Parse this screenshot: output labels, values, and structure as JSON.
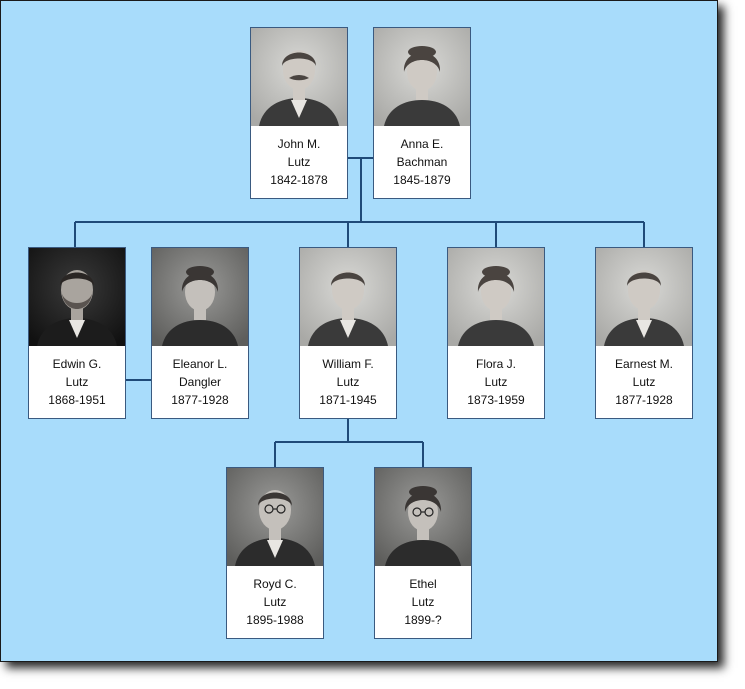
{
  "colors": {
    "background": "#a8dcfb",
    "connector": "#1f4a78",
    "card_border": "#3a5a80"
  },
  "people": [
    {
      "id": "john",
      "first": "John M.",
      "last": "Lutz",
      "years": "1842-1878",
      "photo": "portrait-man-mustache-icon",
      "tone": "light",
      "gender": "m"
    },
    {
      "id": "anna",
      "first": "Anna E.",
      "last": "Bachman",
      "years": "1845-1879",
      "photo": "portrait-woman-icon",
      "tone": "light",
      "gender": "f"
    },
    {
      "id": "edwin",
      "first": "Edwin G.",
      "last": "Lutz",
      "years": "1868-1951",
      "photo": "portrait-man-beard-icon",
      "tone": "dark",
      "gender": "m"
    },
    {
      "id": "eleanor",
      "first": "Eleanor L.",
      "last": "Dangler",
      "years": "1877-1928",
      "photo": "portrait-woman-icon",
      "tone": "mid",
      "gender": "f"
    },
    {
      "id": "william",
      "first": "William F.",
      "last": "Lutz",
      "years": "1871-1945",
      "photo": "portrait-man-icon",
      "tone": "light",
      "gender": "m"
    },
    {
      "id": "flora",
      "first": "Flora J.",
      "last": "Lutz",
      "years": "1873-1959",
      "photo": "portrait-woman-icon",
      "tone": "light",
      "gender": "f"
    },
    {
      "id": "earnest",
      "first": "Earnest M.",
      "last": "Lutz",
      "years": "1877-1928",
      "photo": "portrait-man-icon",
      "tone": "light",
      "gender": "m"
    },
    {
      "id": "royd",
      "first": "Royd C.",
      "last": "Lutz",
      "years": "1895-1988",
      "photo": "portrait-man-glasses-icon",
      "tone": "mid",
      "gender": "m"
    },
    {
      "id": "ethel",
      "first": "Ethel",
      "last": "Lutz",
      "years": "1899-?",
      "photo": "portrait-woman-glasses-icon",
      "tone": "mid",
      "gender": "f"
    }
  ]
}
